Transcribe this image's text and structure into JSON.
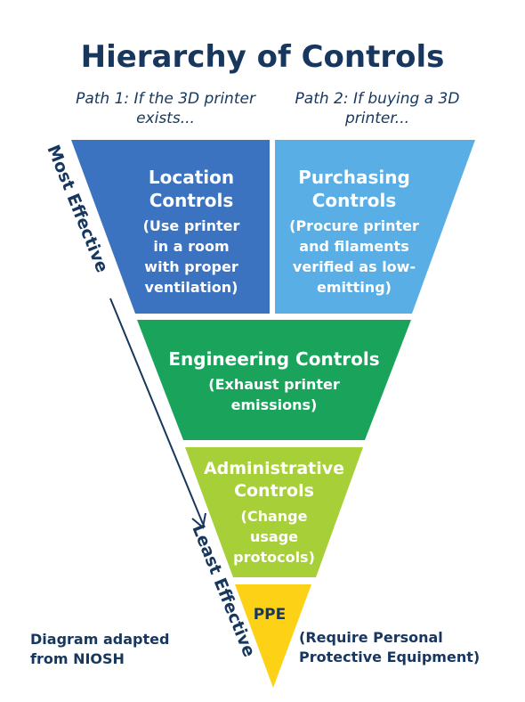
{
  "title": "Hierarchy of Controls",
  "paths": {
    "path1": "Path 1: If the 3D printer exists...",
    "path2": "Path 2: If buying a 3D printer..."
  },
  "axis": {
    "top": "Most Effective",
    "bottom": "Least Effective"
  },
  "levels": {
    "location": {
      "title": "Location Controls",
      "description": "(Use printer in a room with proper ventilation)"
    },
    "purchasing": {
      "title": "Purchasing Controls",
      "description": "(Procure printer and filaments verified as low-emitting)"
    },
    "engineering": {
      "title": "Engineering Controls",
      "description": "(Exhaust printer emissions)"
    },
    "administrative": {
      "title": "Administrative Controls",
      "description": "(Change usage protocols)"
    },
    "ppe": {
      "title": "PPE",
      "description": "(Require Personal Protective Equipment)"
    }
  },
  "credit": "Diagram adapted from NIOSH",
  "colors": {
    "location": "#3b73c0",
    "purchasing": "#5aaee6",
    "engineering": "#1aa45b",
    "administrative": "#a6cf38",
    "ppe": "#fcd116",
    "text_dark": "#17375e"
  }
}
